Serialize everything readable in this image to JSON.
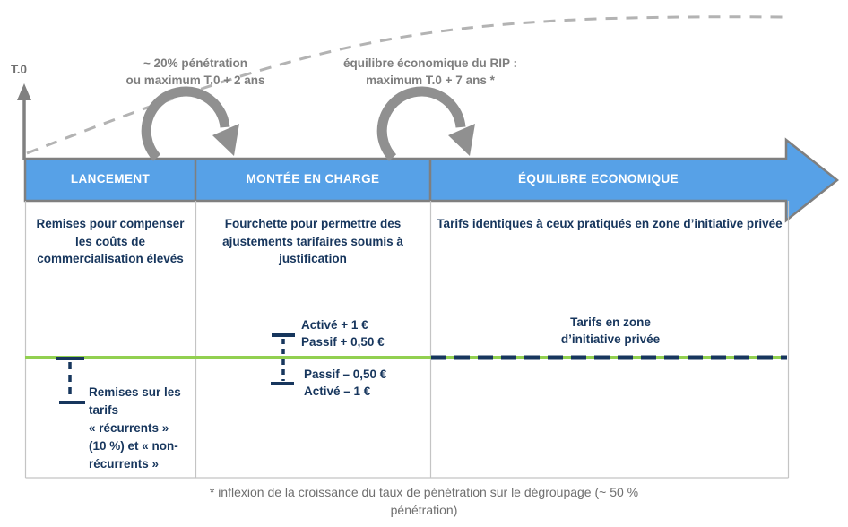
{
  "colors": {
    "banner_blue": "#57A1E7",
    "outline_gray": "#7F7F7F",
    "arrow_gray": "#909090",
    "curve_gray": "#B3B3B3",
    "navy": "#17365D",
    "green": "#92D050",
    "grid_gray": "#C4C4C4"
  },
  "axis": {
    "origin_label": "T.0"
  },
  "annotations": {
    "phase1": "~ 20% pénétration\nou maximum T.0 + 2 ans",
    "phase2": "équilibre économique du RIP :\nmaximum T.0 + 7 ans *"
  },
  "timeline": {
    "phases": [
      {
        "label": "LANCEMENT"
      },
      {
        "label": "MONTÉE EN CHARGE"
      },
      {
        "label": "ÉQUILIBRE ECONOMIQUE"
      }
    ]
  },
  "columns": [
    {
      "heading_lead": "Remises",
      "heading_rest": " pour compenser les coûts de commercialisation élevés",
      "note": "Remises sur les\ntarifs\n« récurrents »\n(10 %) et « non-\nrécurrents »"
    },
    {
      "heading_lead": "Fourchette",
      "heading_rest": " pour permettre des ajustements tarifaires soumis à justification",
      "upper_range": "Activé + 1 €\nPassif + 0,50 €",
      "lower_range": "Passif – 0,50 €\nActivé – 1 €"
    },
    {
      "heading_lead": "Tarifs identiques",
      "heading_rest": " à ceux pratiqués en zone d’initiative privée",
      "line_label": "Tarifs en zone\nd’initiative privée"
    }
  ],
  "footnote": "* inflexion de la croissance du taux de pénétration sur le dégroupage (~ 50 %\npénétration)"
}
